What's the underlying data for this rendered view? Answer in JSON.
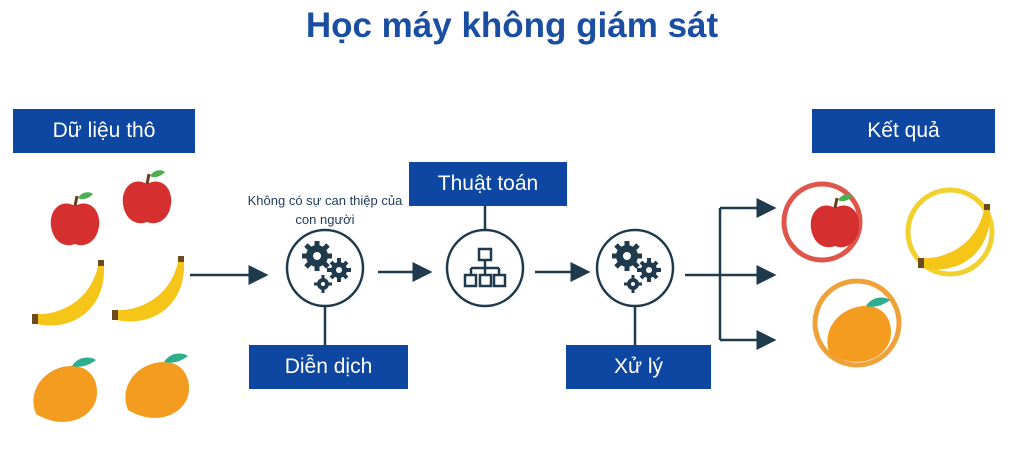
{
  "title": "Học máy không giám sát",
  "labels": {
    "raw_data": "Dữ liệu thô",
    "algorithm": "Thuật toán",
    "interpretation": "Diễn dịch",
    "processing": "Xử lý",
    "result": "Kết quả",
    "no_human": "Không có sự can thiệp của con người"
  },
  "colors": {
    "brand": "#0d47a1",
    "icon": "#1e3a4c",
    "apple": "#d62f2f",
    "banana": "#f5c518",
    "mango": "#f39c1f",
    "red_ring": "#e0554a",
    "yellow_ring": "#f2d02e",
    "orange_ring": "#f0a23a"
  }
}
